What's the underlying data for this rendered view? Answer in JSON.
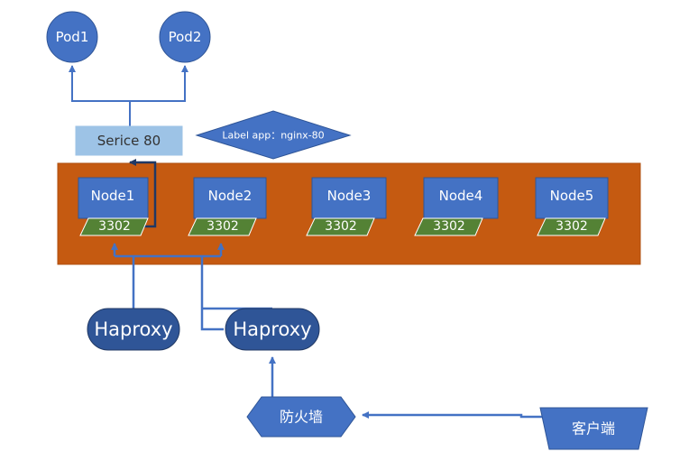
{
  "colors": {
    "node_blue": "#4472c4",
    "node_border": "#2f5597",
    "cluster_orange": "#c55a11",
    "port_green": "#548235",
    "service_light_blue": "#9dc3e6",
    "connector_blue": "#4472c4"
  },
  "pods": [
    {
      "label": "Pod1"
    },
    {
      "label": "Pod2"
    }
  ],
  "service": {
    "label": "Serice 80"
  },
  "label_tag": {
    "label": "Label app：nginx-80"
  },
  "nodes": [
    {
      "label": "Node1",
      "port": "3302"
    },
    {
      "label": "Node2",
      "port": "3302"
    },
    {
      "label": "Node3",
      "port": "3302"
    },
    {
      "label": "Node4",
      "port": "3302"
    },
    {
      "label": "Node5",
      "port": "3302"
    }
  ],
  "haproxies": [
    {
      "label": "Haproxy"
    },
    {
      "label": "Haproxy"
    }
  ],
  "firewall": {
    "label": "防火墙"
  },
  "client": {
    "label": "客户端"
  }
}
